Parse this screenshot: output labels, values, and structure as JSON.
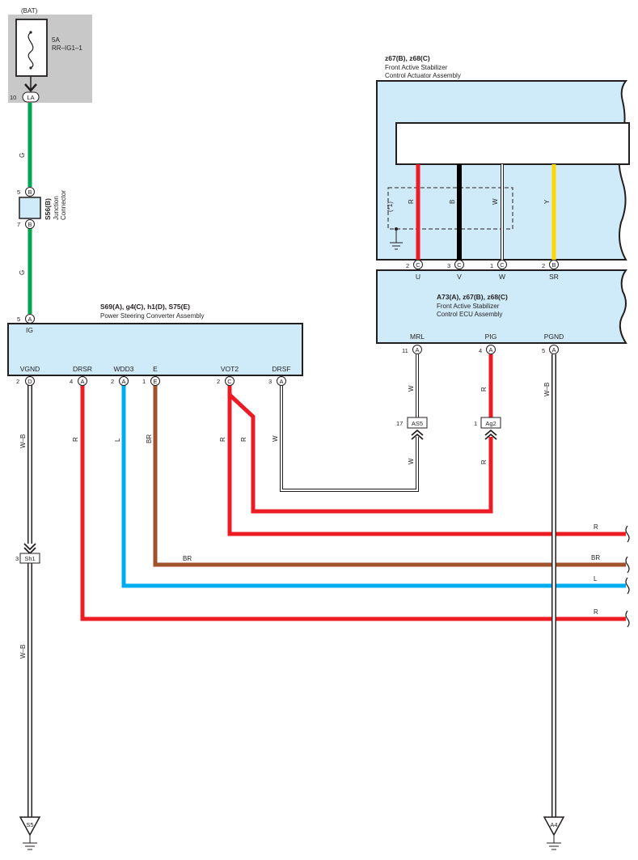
{
  "colors": {
    "green": "#00a651",
    "red": "#ed1c24",
    "black": "#000000",
    "white": "#ffffff",
    "yellow": "#fcd800",
    "blue": "#00aeef",
    "brown": "#a0522d",
    "component_fill": "#cfeaf9",
    "fuse_box_fill": "#c8c8c8",
    "outline": "#231f20"
  },
  "power_source": {
    "label": "(BAT)",
    "fuse_rating": "5A",
    "fuse_name": "RR–IG1–1",
    "pin": "10",
    "connector": "LA"
  },
  "junction": {
    "top_pin": "5",
    "top_connector": "B",
    "bottom_pin": "7",
    "bottom_connector": "B",
    "id": "S56(B)",
    "name_line1": "Junction",
    "name_line2": "Connector",
    "wire_color_top": "G",
    "wire_color_bottom": "G"
  },
  "converter": {
    "ids": "S69(A), g4(C), h1(D), S75(E)",
    "name": "Power Steering Converter Assembly",
    "ig_pin": "5",
    "ig_connector": "A",
    "ig_label": "IG",
    "terminals": [
      {
        "label": "VGND",
        "pin": "2",
        "connector": "D"
      },
      {
        "label": "DRSR",
        "pin": "4",
        "connector": "A"
      },
      {
        "label": "WDD3",
        "pin": "2",
        "connector": "A"
      },
      {
        "label": "E",
        "pin": "1",
        "connector": "E"
      },
      {
        "label": "VOT2",
        "pin": "2",
        "connector": "C"
      },
      {
        "label": "DRSF",
        "pin": "3",
        "connector": "A"
      }
    ]
  },
  "actuator": {
    "ids": "z67(B), z68(C)",
    "name_line1": "Front Active Stabilizer",
    "name_line2": "Control Actuator Assembly",
    "note": "(*1)",
    "wires": [
      {
        "color_code": "R",
        "pin": "2",
        "connector": "C",
        "label": "U"
      },
      {
        "color_code": "B",
        "pin": "3",
        "connector": "C",
        "label": "V"
      },
      {
        "color_code": "W",
        "pin": "1",
        "connector": "C",
        "label": "W"
      },
      {
        "color_code": "Y",
        "pin": "2",
        "connector": "B",
        "label": "SR"
      }
    ]
  },
  "ecu": {
    "ids": "A73(A), z67(B), z68(C)",
    "name_line1": "Front Active Stabilizer",
    "name_line2": "Control ECU Assembly",
    "terminals": [
      {
        "label": "MRL",
        "pin": "11",
        "connector": "A"
      },
      {
        "label": "PIG",
        "pin": "4",
        "connector": "A"
      },
      {
        "label": "PGND",
        "pin": "5",
        "connector": "A"
      }
    ]
  },
  "inline_connectors": [
    {
      "pin": "17",
      "id": "AS5"
    },
    {
      "pin": "1",
      "id": "Ag2"
    },
    {
      "pin": "3",
      "id": "Sh1"
    }
  ],
  "grounds": [
    "S5",
    "A4"
  ],
  "wire_labels": {
    "vgnd_top": "W–B",
    "vgnd_bottom": "W–B",
    "drsr": "R",
    "wdd3": "L",
    "e": "BR",
    "vot2_a": "R",
    "vot2_b": "R",
    "drsf": "W",
    "mrl_top": "W",
    "mrl_bottom": "W",
    "pig_top": "R",
    "pig_bottom": "R",
    "pgnd": "W–B"
  },
  "offpage": [
    {
      "wire_color": "R"
    },
    {
      "wire_color": "BR"
    },
    {
      "wire_color": "L"
    },
    {
      "wire_color": "R"
    }
  ]
}
